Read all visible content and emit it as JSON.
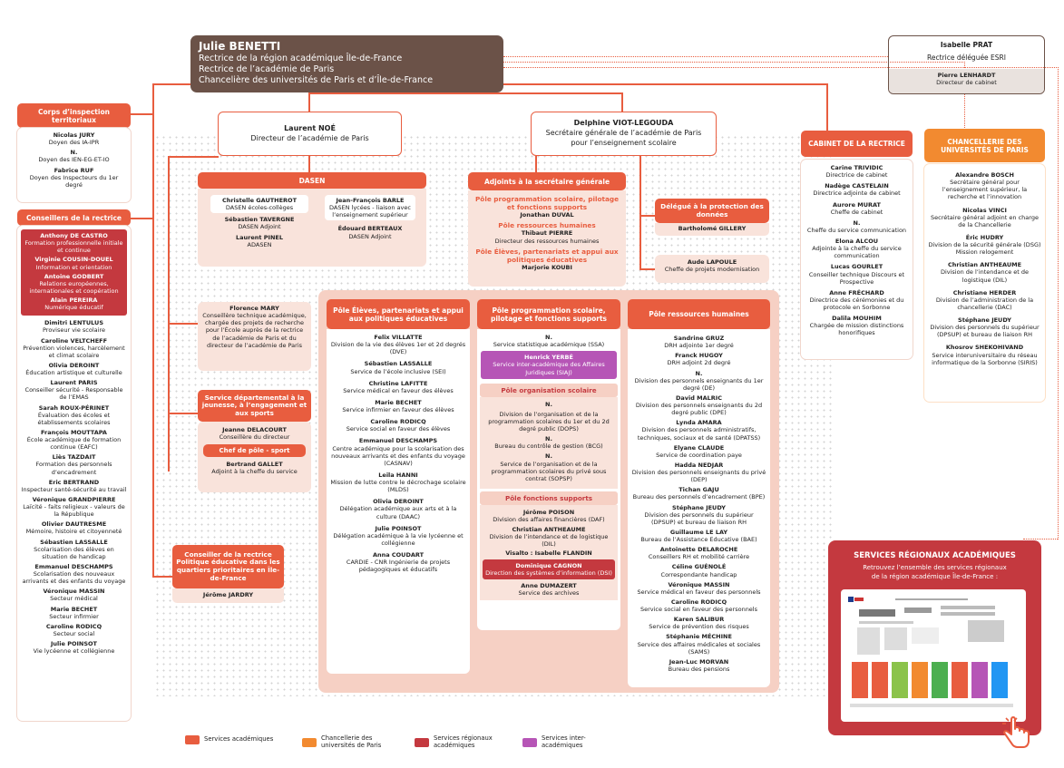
{
  "boss": {
    "name": "Julie BENETTI",
    "l1": "Rectrice de la région académique Île-de-France",
    "l2": "Rectrice de l’académie de Paris",
    "l3": "Chancelière des universités de Paris et d’Île-de-France"
  },
  "esri": {
    "name": "Isabelle PRAT",
    "role": "Rectrice déléguée ESRI",
    "dir_name": "Pierre LENHARDT",
    "dir_role": "Directeur de cabinet"
  },
  "noe": {
    "name": "Laurent NOÉ",
    "role": "Directeur de l’académie de Paris"
  },
  "viot": {
    "name": "Delphine VIOT-LEGOUDA",
    "role1": "Secrétaire générale de l’académie de Paris",
    "role2": "pour l’enseignement scolaire"
  },
  "corps": {
    "title1": "Corps d’inspection",
    "title2": "territoriaux",
    "people": [
      [
        "Nicolas JURY",
        "Doyen des IA-IPR"
      ],
      [
        "N.",
        "Doyen des IEN-EG-ET-IO"
      ],
      [
        "Fabrice RUF",
        "Doyen des Inspecteurs du 1er degré"
      ]
    ]
  },
  "conseillers": {
    "title": "Conseillers de la rectrice",
    "dark": [
      [
        "Anthony DE CASTRO",
        "Formation professionnelle initiale et continue"
      ],
      [
        "Virginie COUSIN-DOUEL",
        "Information et orientation"
      ],
      [
        "Antoine GODBERT",
        "Relations européennes, internationales et coopération"
      ],
      [
        "Alain PEREIRA",
        "Numérique éducatif"
      ]
    ],
    "light": [
      [
        "Dimitri LENTULUS",
        "Proviseur vie scolaire"
      ],
      [
        "Caroline VELTCHEFF",
        "Prévention violences, harcèlement et climat scolaire"
      ],
      [
        "Olivia DEROINT",
        "Éducation artistique et culturelle"
      ],
      [
        "Laurent PARIS",
        "Conseiller sécurité - Responsable de l’EMAS"
      ],
      [
        "Sarah ROUX-PÉRINET",
        "Évaluation des écoles et établissements scolaires"
      ],
      [
        "François MOUTTAPA",
        "École académique de formation continue (EAFC)"
      ],
      [
        "Liès TAZDAIT",
        "Formation des personnels d’encadrement"
      ],
      [
        "Eric BERTRAND",
        "Inspecteur santé-sécurité au travail"
      ],
      [
        "Véronique GRANDPIERRE",
        "Laïcité - faits religieux - valeurs de la République"
      ],
      [
        "Olivier DAUTRESME",
        "Mémoire, histoire et citoyenneté"
      ],
      [
        "Sébastien LASSALLE",
        "Scolarisation des élèves en situation de handicap"
      ],
      [
        "Emmanuel DESCHAMPS",
        "Scolarisation des nouveaux arrivants et des enfants du voyage"
      ],
      [
        "Véronique MASSIN",
        "Secteur médical"
      ],
      [
        "Marie BECHET",
        "Secteur infirmier"
      ],
      [
        "Caroline RODICQ",
        "Secteur social"
      ],
      [
        "Julie POINSOT",
        "Vie lycéenne et collégienne"
      ]
    ]
  },
  "dasen": {
    "title": "DASEN",
    "left": [
      [
        "Christelle GAUTHEROT",
        "DASEN écoles-collèges"
      ],
      [
        "Sébastien TAVERGNE",
        "DASEN Adjoint"
      ],
      [
        "Laurent PINEL",
        "ADASEN"
      ]
    ],
    "right": [
      [
        "Jean-François BARLE",
        "DASEN lycées - liaison avec l’enseignement supérieur"
      ],
      [
        "Édouard BERTEAUX",
        "DASEN Adjoint"
      ]
    ]
  },
  "mary": {
    "name": "Florence MARY",
    "role": "Conseillère technique académique, chargée des projets de recherche pour l’École auprès de la rectrice de l’académie de Paris et du directeur de l’académie de Paris"
  },
  "sdjes": {
    "title": "Service départemental à la jeunesse, à l’engagement et aux sports",
    "p1_name": "Jeanne DELACOURT",
    "p1_role": "Conseillère du directeur",
    "chef": "Chef de pôle - sport",
    "p2_name": "Bertrand GALLET",
    "p2_role": "Adjoint à la cheffe du service"
  },
  "qp": {
    "title": "Conseiller de la rectrice Politique éducative dans les quartiers prioritaires en Île-de-France",
    "name": "Jérôme JARDRY"
  },
  "adjsg": {
    "title": "Adjoints à la secrétaire générale",
    "s1": "Pôle programmation scolaire, pilotage et fonctions supports",
    "n1": "Jonathan DUVAL",
    "s2": "Pôle ressources humaines",
    "n2": "Thibaut PIERRE",
    "r2": "Directeur des ressources humaines",
    "s3": "Pôle Élèves, partenariats et appui aux politiques éducatives",
    "n3": "Marjorie KOUBI"
  },
  "dpo": {
    "title": "Délégué à la protection des données",
    "name": "Bartholomé GILLERY"
  },
  "lapoule": {
    "name": "Aude LAPOULE",
    "role": "Cheffe de projets modernisation"
  },
  "cabinet": {
    "title": "CABINET DE LA RECTRICE",
    "people": [
      [
        "Carine TRIVIDIC",
        "Directrice de cabinet"
      ],
      [
        "Nadège CASTELAIN",
        "Directrice adjointe de cabinet"
      ],
      [
        "Aurore MURAT",
        "Cheffe de cabinet"
      ],
      [
        "N.",
        "Cheffe du service communication"
      ],
      [
        "Elona ALCOU",
        "Adjointe à la cheffe du service communication"
      ],
      [
        "Lucas GOURLET",
        "Conseiller technique Discours et Prospective"
      ],
      [
        "Anne FRÉCHARD",
        "Directrice des cérémonies et du protocole en Sorbonne"
      ],
      [
        "Dalila MOUHIM",
        "Chargée de mission distinctions honorifiques"
      ]
    ]
  },
  "chancellerie": {
    "title": "CHANCELLERIE DES UNIVERSITÉS DE PARIS",
    "people": [
      [
        "Alexandre BOSCH",
        "Secrétaire général pour l’enseignement supérieur, la recherche et l’innovation"
      ],
      [
        "Nicolas VINCI",
        "Secrétaire général adjoint en charge de la Chancellerie"
      ],
      [
        "Éric HUDRY",
        "Division de la sécurité générale (DSG) Mission relogement"
      ],
      [
        "Christian ANTHEAUME",
        "Division de l’intendance et de logistique (DIL)"
      ],
      [
        "Christiane HERDER",
        "Division de l’administration de la chancellerie (DAC)"
      ],
      [
        "Stéphane JEUDY",
        "Division des personnels du supérieur (DPSUP) et bureau de liaison RH"
      ],
      [
        "Khosrov SHEKOHIVAND",
        "Service interuniversitaire du réseau informatique de la Sorbonne (SIRIS)"
      ]
    ]
  },
  "eleves": {
    "title": "Pôle Élèves, partenariats et appui aux politiques éducatives",
    "people": [
      [
        "Felix VILLATTE",
        "Division de la vie des élèves 1er et 2d degrés (DVE)"
      ],
      [
        "Sébastien LASSALLE",
        "Service de l’école inclusive (SEI)"
      ],
      [
        "Christine LAFITTE",
        "Service médical en faveur des élèves"
      ],
      [
        "Marie BECHET",
        "Service infirmier en faveur des élèves"
      ],
      [
        "Caroline RODICQ",
        "Service social en faveur des élèves"
      ],
      [
        "Emmanuel DESCHAMPS",
        "Centre académique pour la scolarisation des nouveaux arrivants et des enfants du voyage (CASNAV)"
      ],
      [
        "Leila HANNI",
        "Mission de lutte contre le décrochage scolaire (MLDS)"
      ],
      [
        "Olivia DEROINT",
        "Délégation académique aux arts et à la culture (DAAC)"
      ],
      [
        "Julie POINSOT",
        "Délégation académique à la vie lycéenne et collégienne"
      ],
      [
        "Anna COUDART",
        "CARDIE - CNR Ingénierie de projets pédagogiques et éducatifs"
      ]
    ]
  },
  "prog": {
    "title": "Pôle programmation scolaire, pilotage et fonctions supports",
    "n1_name": "N.",
    "n1_role": "Service statistique académique (SSA)",
    "siaj_name": "Henrick YERBÉ",
    "siaj_role": "Service inter-académique des Affaires Juridiques (SIAJ)",
    "org_title": "Pôle organisation scolaire",
    "org_lead": "N.",
    "org": [
      [
        "",
        "Division de l’organisation et de la programmation scolaires du 1er et du 2d degré public (DOPS)"
      ],
      [
        "N.",
        "Bureau du contrôle de gestion (BCG)"
      ],
      [
        "N.",
        "Service de l’organisation et de la programmation scolaires du privé sous contrat (SOPSP)"
      ]
    ],
    "fs_title": "Pôle fonctions supports",
    "fs": [
      [
        "Jérôme POISON",
        "Division des affaires financières (DAF)"
      ],
      [
        "Christian ANTHEAUME",
        "Division de l’intendance et de logistique (DIL)"
      ]
    ],
    "visalto": "Visalto : Isabelle FLANDIN",
    "dsi_name": "Dominique CAGNON",
    "dsi_role": "Direction des systèmes d’information (DSI)",
    "arch_name": "Anne DUMAZERT",
    "arch_role": "Service des archives"
  },
  "rh": {
    "title": "Pôle ressources humaines",
    "people": [
      [
        "Sandrine GRUZ",
        "DRH adjointe 1er degré"
      ],
      [
        "Franck HUGOY",
        "DRH adjoint 2d degré"
      ],
      [
        "N.",
        "Division des personnels enseignants du 1er degré (DE)"
      ],
      [
        "David MALRIC",
        "Division des personnels enseignants du 2d degré public (DPE)"
      ],
      [
        "Lynda AMARA",
        "Division des personnels administratifs, techniques, sociaux et de santé (DPATSS)"
      ],
      [
        "Elyane CLAUDE",
        "Service de coordination paye"
      ],
      [
        "Hadda NEDJAR",
        "Division des personnels enseignants du privé (DEP)"
      ],
      [
        "Tichan GAJU",
        "Bureau des personnels d’encadrement (BPE)"
      ],
      [
        "Stéphane JEUDY",
        "Division des personnels du supérieur (DPSUP) et bureau de liaison RH"
      ],
      [
        "Guillaume LE LAY",
        "Bureau de l’Assistance Educative (BAE)"
      ],
      [
        "Antoinette DELAROCHE",
        "Conseillers RH et mobilité carrière"
      ],
      [
        "Céline GUÉNOLÉ",
        "Correspondante handicap"
      ],
      [
        "Véronique MASSIN",
        "Service médical en faveur des personnels"
      ],
      [
        "Caroline RODICQ",
        "Service social en faveur des personnels"
      ],
      [
        "Karen SALIBUR",
        "Service de prévention des risques"
      ],
      [
        "Stéphanie MÉCHINE",
        "Service des affaires médicales et sociales (SAMS)"
      ],
      [
        "Jean-Luc MORVAN",
        "Bureau des pensions"
      ]
    ]
  },
  "sra": {
    "title": "SERVICES RÉGIONAUX ACADÉMIQUES",
    "l1": "Retrouvez l’ensemble des services régionaux",
    "l2": "de la région académique Île-de-France :"
  },
  "legend": [
    {
      "label": "Services académiques",
      "color": "#e85d3f"
    },
    {
      "label": "Chancellerie des universités de Paris",
      "color": "#f28a30"
    },
    {
      "label": "Services régionaux académiques",
      "color": "#c4393f"
    },
    {
      "label": "Services inter-académiques",
      "color": "#b655b6"
    }
  ],
  "colors": {
    "academic": "#e85d3f",
    "chancellerie": "#f28a30",
    "regional": "#c4393f",
    "inter": "#b655b6",
    "boss": "#6b5248"
  }
}
